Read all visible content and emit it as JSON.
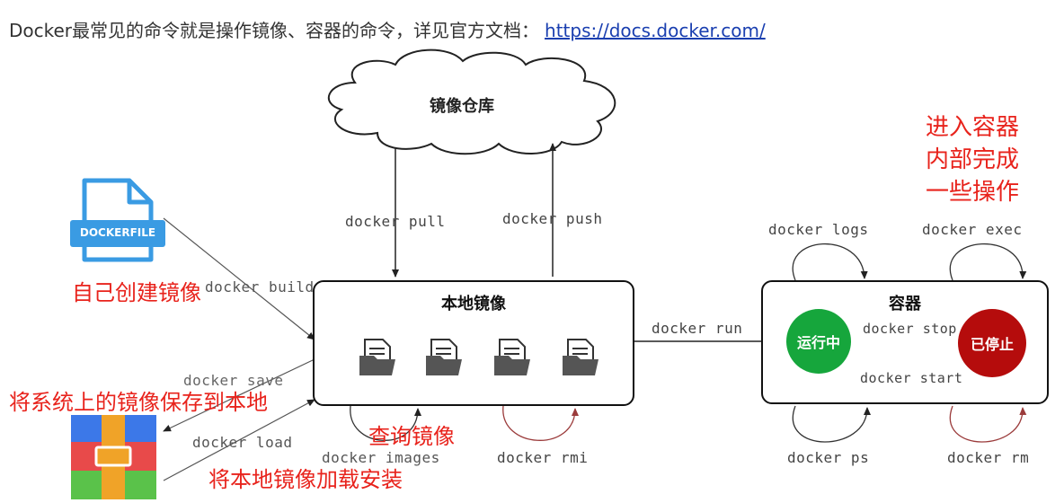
{
  "intro": {
    "text": "Docker最常见的命令就是操作镜像、容器的命令，详见官方文档：",
    "link": "https://docs.docker.com/"
  },
  "nodes": {
    "registry": "镜像仓库",
    "local_images": "本地镜像",
    "container": "容器",
    "running": "运行中",
    "stopped": "已停止",
    "dockerfile": "DOCKERFILE"
  },
  "commands": {
    "pull": "docker pull",
    "push": "docker push",
    "build": "docker build",
    "build_prefix": "d",
    "save": "docker save",
    "load": "docker load",
    "images": "docker images",
    "rmi": "docker rmi",
    "run": "docker run",
    "stop": "docker stop",
    "start": "docker start",
    "logs": "docker logs",
    "exec": "docker exec",
    "ps": "docker ps",
    "rm": "docker rm"
  },
  "annotations": {
    "build_self": "自己创建镜像",
    "save_local": "将系统上的镜像保存到本地",
    "query": "查询镜像",
    "load_install": "将本地镜像加载安装",
    "exec_line1": "进入容器",
    "exec_line2": "内部完成",
    "exec_line3": "一些操作"
  },
  "colors": {
    "running": "#16a63c",
    "stopped": "#b50c0c",
    "annotation": "#e8231c",
    "link": "#1a3fb0",
    "rmi_arrow": "#9b3b3b"
  }
}
